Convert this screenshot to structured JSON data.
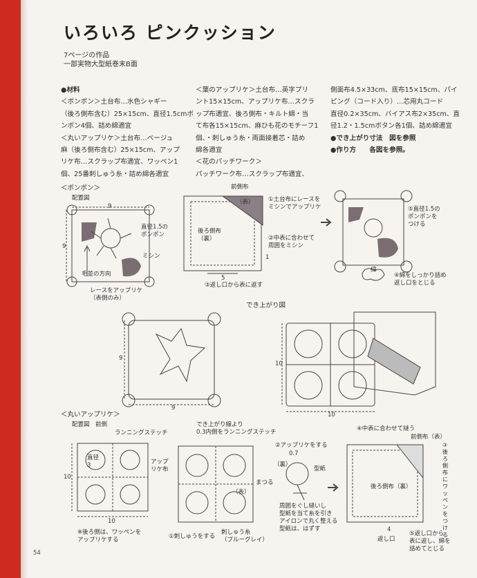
{
  "title": "いろいろ ピンクッション",
  "meta": {
    "line1": "7ページの作品",
    "line2": "一部実物大型紙巻末B面"
  },
  "columns": {
    "col1": [
      "●材料",
      "＜ポンポン＞土台布…水色シャギー",
      "（後ろ側布含む）25×15cm、直径1.5cmポ",
      "ンポン4個、詰め綿適宜",
      "＜丸いアップリケ＞土台布…ベージュ",
      "麻（後ろ側布含む）25×15cm、アップ",
      "リケ布…スクラップ布適宜、ワッペン1",
      "個、25番刺しゅう糸・詰め綿各適宜"
    ],
    "col2": [
      "＜葉のアップリケ＞土台布…英字プリ",
      "ント15×15cm、アップリケ布…スクラ",
      "ップ布適宜、後ろ側布・キルト綿・当",
      "て布各15×15cm、麻ひも花のモチーフ1",
      "個、・刺しゅう糸・両面接着芯・詰め",
      "綿各適宜",
      "＜花のパッチワーク＞",
      "パッチワーク布…スクラップ布適宜、"
    ],
    "col3": [
      "側面布4.5×33cm、底布15×15cm、パイ",
      "ピング（コード入り）…芯用丸コード",
      "直径0.2×35cm、バイアス布2×35cm、直",
      "径1.2・1.5cmボタン各1個、詰め綿適宜",
      "●でき上がり寸法　図を参照",
      "●作り方　　各図を参照。"
    ]
  },
  "pompon": {
    "heading": "＜ポンポン＞",
    "placement": "配置図",
    "dim_w": "9",
    "dim_h": "9",
    "pompon_label": "直径1.5の\nポンポン",
    "sewing": "ミシン",
    "nap": "毛並の方向",
    "lace_label": "レースをアップリケ\n（表側のみ）",
    "front_fabric": "前側布",
    "omote": "（表）",
    "back_fabric": "後ろ側布\n（裏）",
    "step1": "①土台布にレースを\nミシンでアップリケ",
    "step2": "②中表に合わせて\n周囲をミシン",
    "step3": "③返し口から表に返す",
    "dim5": "5",
    "dim1": "1",
    "step5": "⑤直径1.5の\nポンポンを\nつける",
    "wata": "綿",
    "step4": "④綿をしっかり詰め\n返し口をとじる"
  },
  "finished": {
    "heading": "でき上がり図",
    "dim9h": "9",
    "dim9w": "9",
    "dim10h": "10",
    "dim10w": "10"
  },
  "round": {
    "heading": "＜丸いアップリケ＞",
    "placement": "配置図　前側",
    "running": "ランニングステッチ",
    "dia": "直径\n3",
    "applique_fabric": "アップ\nリケ布",
    "dim10h": "10",
    "dim10w": "10",
    "note": "※後ろ側は、ワッペンを\nアップリケする",
    "finish_line": "でき上がり線より\n0.3内側をランニングステッチ",
    "step2": "②アップリケをする",
    "dim07": "0.7",
    "ura": "（裏）",
    "pattern": "型紙",
    "matsuri": "まつる",
    "omote": "（表）",
    "technique": "周囲をぐし縫いし\n型紙を当て糸を引き\nアイロンで丸く整える\n型紙は、はずす",
    "step1": "①刺しゅうをする",
    "thread": "刺しゅう糸\n（ブルーグレイ）",
    "step4": "④中表に合わせて縫う",
    "front_fabric": "前側布（表）",
    "step3": "③後ろ側布にワッペンをつける",
    "back_fabric": "後ろ側布（裏）",
    "dim4": "4",
    "return": "返し口",
    "step5": "⑤返し口から\n表に返し、綿を\n詰めてとじる"
  },
  "page_number": "54"
}
